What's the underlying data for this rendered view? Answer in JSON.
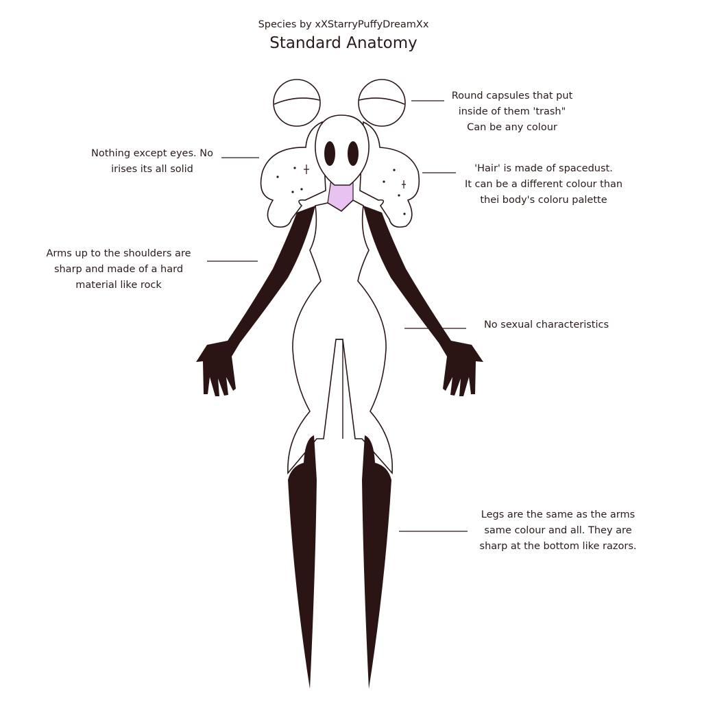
{
  "header": {
    "credit": "Species by xXStarryPuffyDreamXx",
    "title": "Standard Anatomy"
  },
  "colors": {
    "line": "#2a1616",
    "dark": "#2b1414",
    "neck": "#e8c3f2",
    "skin": "#ffffff"
  },
  "annotations": {
    "capsules": [
      "Round capsules that put",
      "inside of them 'trash\"",
      "Can be any colour"
    ],
    "eyes": [
      "Nothing except eyes. No",
      "irises its all solid"
    ],
    "hair": [
      "'Hair' is made of spacedust.",
      "It can be a different colour than",
      "thei body's coloru palette"
    ],
    "arms": [
      "Arms up to the shoulders are",
      "sharp and made of a hard",
      "material like rock"
    ],
    "body": [
      "No sexual characteristics"
    ],
    "legs": [
      "Legs are the same as the arms",
      "same colour and all. They are",
      "sharp at the bottom like razors."
    ]
  }
}
